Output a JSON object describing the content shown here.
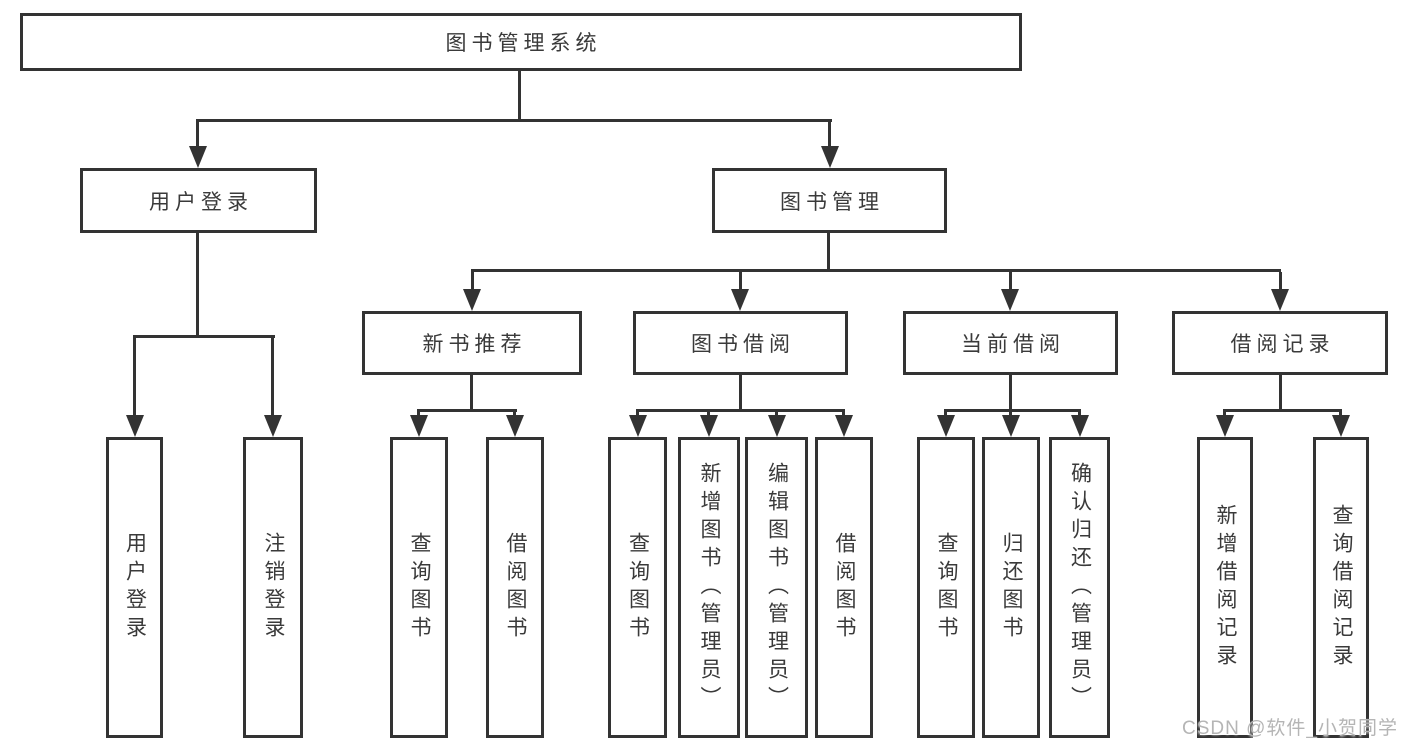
{
  "colors": {
    "background": "#ffffff",
    "line": "#333333",
    "box_border": "#333333",
    "text": "#3a3a3a",
    "watermark": "#b5b5b5"
  },
  "watermark": {
    "text": "CSDN @软件_小贺同学"
  },
  "tree": {
    "root": {
      "label": "图书管理系统",
      "children": [
        {
          "label": "用户登录",
          "children": [
            {
              "label": "用户登录"
            },
            {
              "label": "注销登录"
            }
          ]
        },
        {
          "label": "图书管理",
          "children": [
            {
              "label": "新书推荐",
              "children": [
                {
                  "label": "查询图书"
                },
                {
                  "label": "借阅图书"
                }
              ]
            },
            {
              "label": "图书借阅",
              "children": [
                {
                  "label": "查询图书"
                },
                {
                  "label": "新增图书（管理员）"
                },
                {
                  "label": "编辑图书（管理员）"
                },
                {
                  "label": "借阅图书"
                }
              ]
            },
            {
              "label": "当前借阅",
              "children": [
                {
                  "label": "查询图书"
                },
                {
                  "label": "归还图书"
                },
                {
                  "label": "确认归还（管理员）"
                }
              ]
            },
            {
              "label": "借阅记录",
              "children": [
                {
                  "label": "新增借阅记录"
                },
                {
                  "label": "查询借阅记录"
                }
              ]
            }
          ]
        }
      ]
    }
  }
}
